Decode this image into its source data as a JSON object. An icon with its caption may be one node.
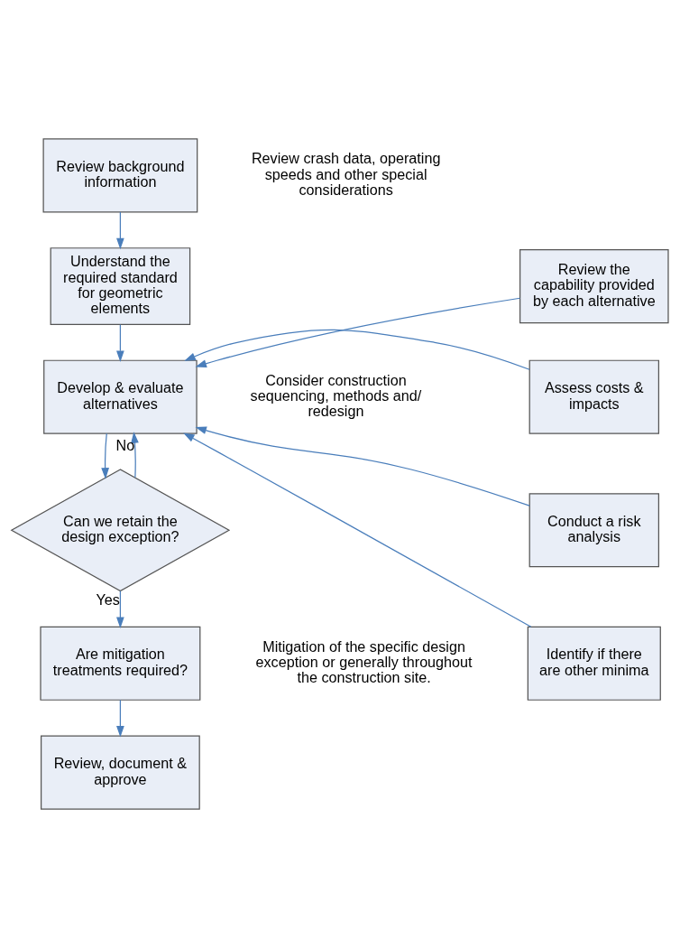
{
  "diagram": {
    "nodes": [
      {
        "text": [
          "Review background information"
        ],
        "beside": [
          "Review crash data, operating speeds and other special considerations"
        ]
      },
      {
        "text": [
          "Understand the required standard for geometric elements"
        ]
      },
      {
        "text": [
          "Review the capability provided by each alternative"
        ]
      },
      {
        "text": [
          "Assess costs & impacts"
        ]
      },
      {
        "text": [
          "Conduct a risk analysis"
        ]
      },
      {
        "text": [
          "Identify if there are other minima"
        ]
      },
      {
        "text": [
          "Develop & evaluate alternatives"
        ]
      },
      {
        "text": [
          "Can we retain the design exception?"
        ]
      },
      {
        "text": [
          "Are mitigation treatments required?"
        ],
        "beside": [
          "Mitigation of the specific design exception or generally throughout the construction site."
        ]
      },
      {
        "text": [
          "Review, document & approve"
        ]
      }
    ],
    "edges": [
      {
        "from": 0,
        "to": 1,
        "arrow": "to"
      },
      {
        "from": 1,
        "to": 6,
        "arrow": "to"
      },
      {
        "from": 2,
        "to": 6,
        "arrow": "to"
      },
      {
        "from": 3,
        "to": 6,
        "arrow": "to"
      },
      {
        "from": 4,
        "to": 6,
        "arrow": "to"
      },
      {
        "from": 5,
        "to": 6,
        "arrow": "to"
      },
      {
        "from": 6,
        "to": 7,
        "arrow": "to"
      },
      {
        "from": 7,
        "to": 6,
        "arrow": "to",
        "label": "No"
      },
      {
        "from": 7,
        "to": 8,
        "arrow": "to",
        "label": "Yes"
      },
      {
        "from": 8,
        "to": 9,
        "arrow": "to"
      }
    ],
    "labels": [
      "Consider construction sequencing, methods and/ redesign"
    ]
  }
}
